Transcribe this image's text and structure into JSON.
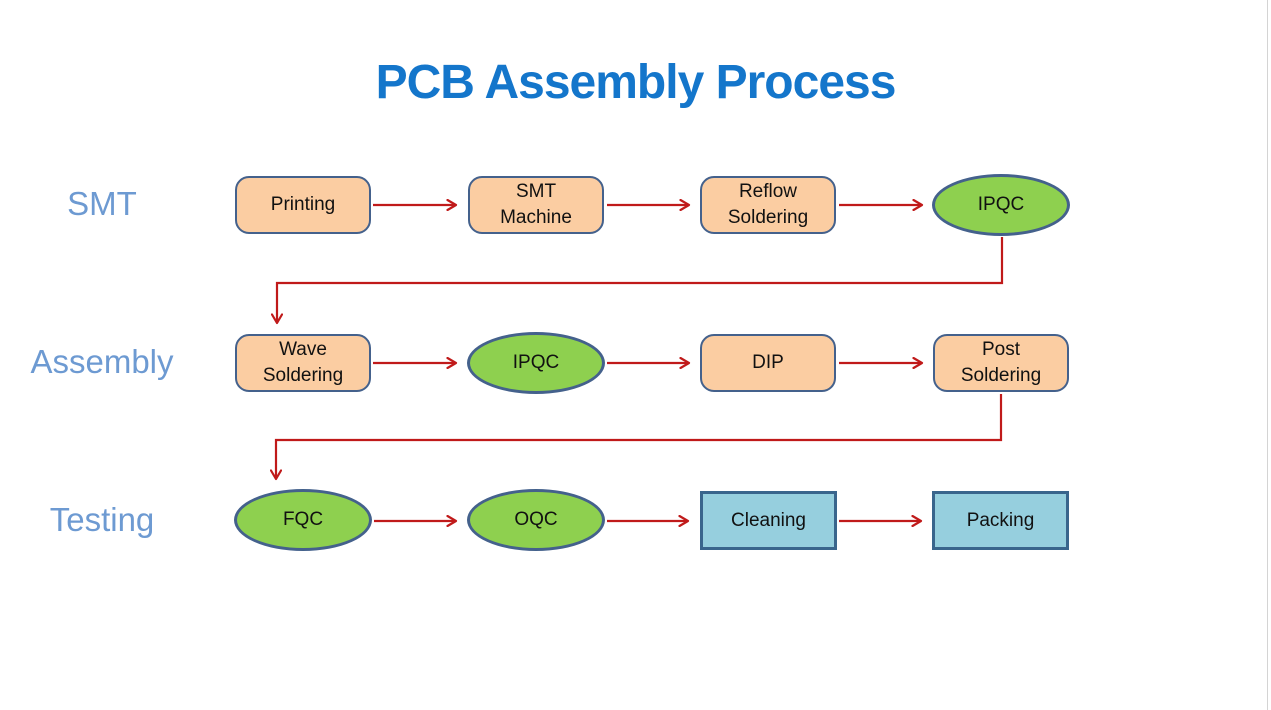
{
  "title": "PCB Assembly Process",
  "rows": [
    {
      "label": "SMT",
      "nodes": [
        {
          "label": "Printing",
          "shape": "process-box"
        },
        {
          "label": "SMT\nMachine",
          "shape": "process-box"
        },
        {
          "label": "Reflow\nSoldering",
          "shape": "process-box"
        },
        {
          "label": "IPQC",
          "shape": "inspection-ellipse"
        }
      ]
    },
    {
      "label": "Assembly",
      "nodes": [
        {
          "label": "Wave\nSoldering",
          "shape": "process-box"
        },
        {
          "label": "IPQC",
          "shape": "inspection-ellipse"
        },
        {
          "label": "DIP",
          "shape": "process-box"
        },
        {
          "label": "Post\nSoldering",
          "shape": "process-box"
        }
      ]
    },
    {
      "label": "Testing",
      "nodes": [
        {
          "label": "FQC",
          "shape": "inspection-ellipse"
        },
        {
          "label": "OQC",
          "shape": "inspection-ellipse"
        },
        {
          "label": "Cleaning",
          "shape": "output-rect"
        },
        {
          "label": "Packing",
          "shape": "output-rect"
        }
      ]
    }
  ],
  "colors": {
    "title_blue": "#1476cb",
    "row_label_blue": "#6d9ad2",
    "process_fill": "#fbcda2",
    "inspection_fill": "#8ed04f",
    "output_fill": "#96cfde",
    "shape_border": "#44618c",
    "arrow_red": "#c01a1a"
  }
}
